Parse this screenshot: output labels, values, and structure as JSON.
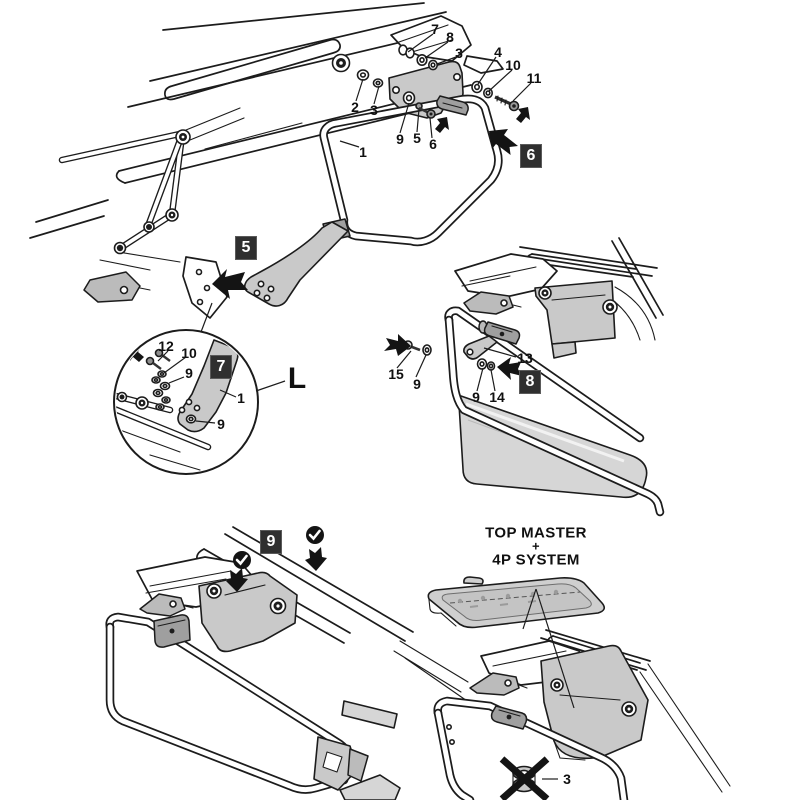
{
  "document": {
    "type": "installation-instructions-diagram",
    "background": "#ffffff"
  },
  "colors": {
    "bg": "#ffffff",
    "line": "#1c1c1c",
    "part_gray": "#c9c9c9",
    "dark_gray": "#9f9f9f",
    "case_gray": "#d6d6d6",
    "badge_bg": "#2f2f2f",
    "badge_text": "#ffffff",
    "arrow_black": "#141414"
  },
  "icons": {
    "check_badge": "check-in-circle",
    "direction_arrow": "solid-notched-arrow",
    "prohibited": "x-cross-over-part"
  },
  "steps": {
    "s5": "5",
    "s6": "6",
    "s7": "7",
    "s8": "8",
    "s9": "9"
  },
  "panel_main": {
    "callouts": {
      "c7": "7",
      "c8": "8",
      "c3_top": "3",
      "c2": "2",
      "c3_left": "3",
      "c4": "4",
      "c10": "10",
      "c11": "11",
      "c9": "9",
      "c5": "5",
      "c6": "6",
      "c1": "1"
    }
  },
  "panel_detail": {
    "view_label": "L",
    "callouts": {
      "c12": "12",
      "c10": "10",
      "c9_top": "9",
      "c1": "1",
      "c9_bottom": "9"
    }
  },
  "panel_step8": {
    "callouts": {
      "c15": "15",
      "c9_left": "9",
      "c13": "13",
      "c9_right": "9",
      "c14": "14"
    }
  },
  "panel_topmaster": {
    "title_line1": "TOP MASTER",
    "title_line2": "+",
    "title_line3": "4P SYSTEM",
    "callouts": {
      "c3": "3"
    }
  }
}
